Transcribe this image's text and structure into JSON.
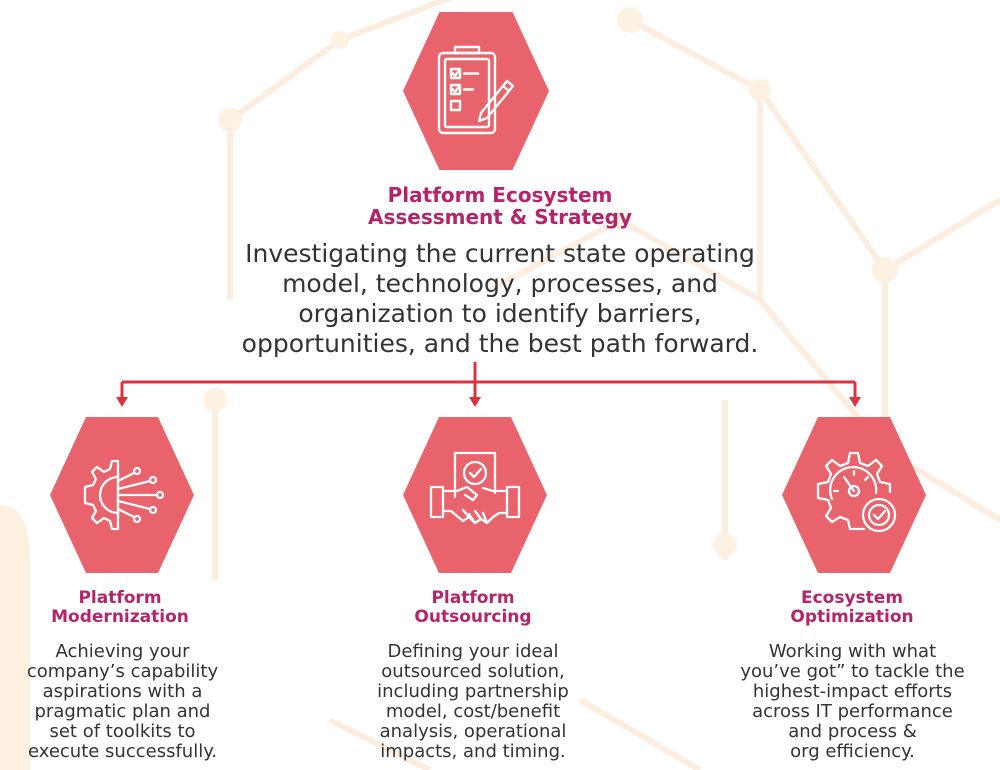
{
  "top": {
    "icon": "clipboard-checklist-icon",
    "title_lines": [
      "Platform Ecosystem",
      "Assessment & Strategy"
    ],
    "desc_lines": [
      "Investigating the current state operating",
      "model, technology, processes, and",
      "organization to identify barriers,",
      "opportunities, and the best path forward."
    ]
  },
  "branches": [
    {
      "icon": "gear-circuit-icon",
      "title_lines": [
        "Platform",
        "Modernization"
      ],
      "desc_lines": [
        "Achieving your",
        "company’s capability",
        "aspirations with a",
        "pragmatic plan and",
        "set of toolkits to",
        "execute successfully."
      ]
    },
    {
      "icon": "handshake-document-icon",
      "title_lines": [
        "Platform",
        "Outsourcing"
      ],
      "desc_lines": [
        "Defining your ideal",
        "outsourced solution,",
        "including partnership",
        "model, cost/benefit",
        "analysis, operational",
        "impacts, and timing."
      ]
    },
    {
      "icon": "gear-gauge-check-icon",
      "title_lines": [
        "Ecosystem",
        "Optimization"
      ],
      "desc_lines": [
        "Working with what",
        "you’ve got” to tackle the",
        "highest-impact efforts",
        "across IT performance",
        "and process &",
        "org efficiency."
      ]
    }
  ],
  "colors": {
    "hexagon": "#e8636b",
    "title": "#b3246a",
    "connector": "#d9343f",
    "text": "#333333",
    "background_pattern": "#fdf3e6"
  }
}
